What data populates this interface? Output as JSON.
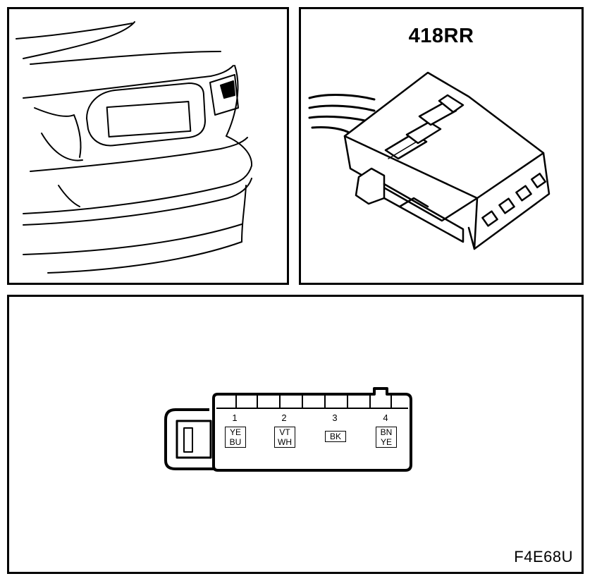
{
  "connector": {
    "title": "418RR",
    "pins": [
      {
        "number": "1",
        "colors": [
          "YE",
          "BU"
        ]
      },
      {
        "number": "2",
        "colors": [
          "VT",
          "WH"
        ]
      },
      {
        "number": "3",
        "colors": [
          "BK"
        ]
      },
      {
        "number": "4",
        "colors": [
          "BN",
          "YE"
        ]
      }
    ]
  },
  "figure_code": "F4E68U"
}
